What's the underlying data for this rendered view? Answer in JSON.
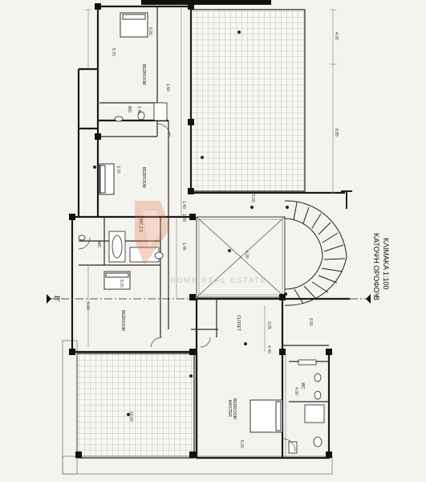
{
  "plan": {
    "title_greek": "ΚΑΤΟΨΗ ΟΡΟΦΟΥ",
    "scale": "ΚΛΙΜΑΚΑ 1:100",
    "section_left": "B'",
    "section_right": "B",
    "watermark": "HOME REAL ESTATE"
  },
  "rooms": {
    "bedroom_top": "BEDROOM",
    "bedroom_middle": "BEDROOM",
    "bedroom_lower": "BEDROOM",
    "master_bedroom_line1": "MASTER",
    "master_bedroom_line2": "BEDROOM",
    "closet": "CLOSET",
    "wc_top": "WC",
    "wc_left": "WC",
    "wc_mid": "WC 2.1",
    "wc_master": "WC"
  },
  "dimensions": {
    "d_top_v": "5.70",
    "d_top_h": "5.00",
    "d_room2": "3.70",
    "d_wc_a": "1.40",
    "d_wc_b": "1.60",
    "d_right_a": "4.00",
    "d_right_b": "8.85",
    "d_mid_a": "1.28",
    "d_mid_b": "1.40",
    "d_mid_c": "1.45",
    "d_void": "4.00",
    "d_low_a": "5.20",
    "d_low_b": "5.00",
    "d_closet": "3.25",
    "d_master_a": "4.40",
    "d_master_b": "5.00",
    "d_master_c": "4.00",
    "d_side": "6.50",
    "d_terr": "10.00",
    "d_stair": "5.00"
  }
}
